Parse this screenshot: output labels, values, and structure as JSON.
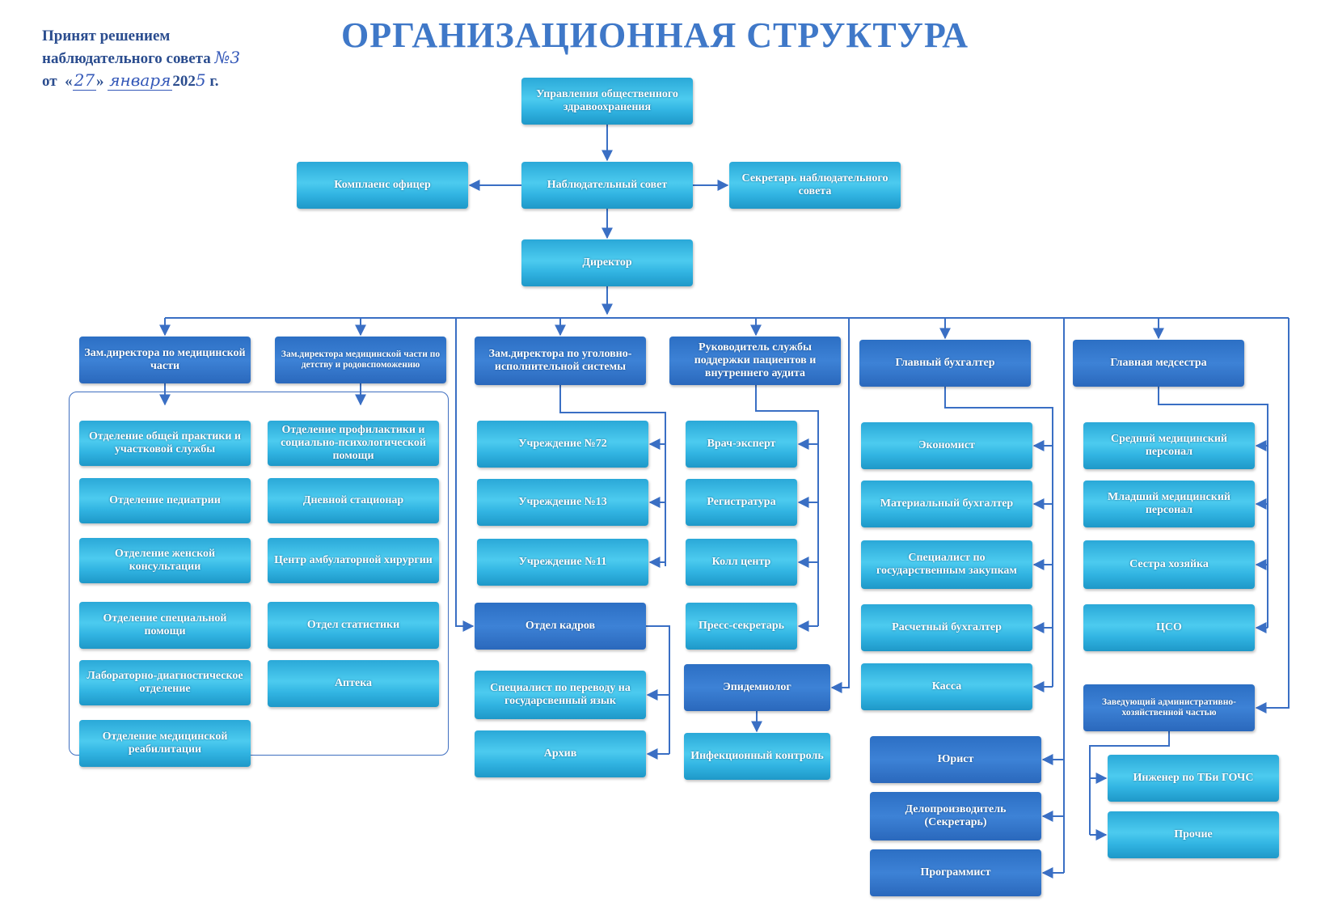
{
  "title": "ОРГАНИЗАЦИОННАЯ СТРУКТУРА",
  "approval": {
    "line1": "Принят решением",
    "line2": "наблюдательного совета",
    "protocol_no": "№3",
    "from": "от",
    "quote_open": "«",
    "day": "27",
    "quote_close": "»",
    "month": "января",
    "year_prefix": "202",
    "year_suffix": "5",
    "year_end": "г."
  },
  "boxes": {
    "health_dept": "Управления общественного здравоохранения",
    "supervisory_board": "Наблюдательный совет",
    "compliance": "Комплаенс офицер",
    "board_secretary": "Секретарь наблюдательного совета",
    "director": "Директор",
    "deputy_medical": "Зам.директора по медицинской части",
    "deputy_childhood": "Зам.директора медицинской части по детству и родовспоможению",
    "deputy_penal": "Зам.директора по уголовно-исполнительной системы",
    "head_patient_support": "Руководитель службы поддержки пациентов и внутреннего аудита",
    "chief_accountant": "Главный бухгалтер",
    "head_nurse": "Главная медсестра",
    "dept_general_practice": "Отделение общей практики и участковой службы",
    "dept_pediatrics": "Отделение педиатрии",
    "dept_womens": "Отделение женской консультации",
    "dept_special": "Отделение специальной помощи",
    "dept_lab": "Лабораторно-диагностическое отделение",
    "dept_rehab": "Отделение медицинской реабилитации",
    "dept_prevention": "Отделение профилактики и социально-психологической помощи",
    "day_hospital": "Дневной стационар",
    "ambulatory_surgery": "Центр амбулаторной хирургии",
    "statistics": "Отдел статистики",
    "pharmacy": "Аптека",
    "inst_72": "Учреждение №72",
    "inst_13": "Учреждение №13",
    "inst_11": "Учреждение №11",
    "hr": "Отдел кадров",
    "translator": "Специалист по переводу на государсвенный язык",
    "archive": "Архив",
    "expert_doctor": "Врач-эксперт",
    "registry": "Регистратура",
    "call_center": "Колл центр",
    "press_secretary": "Пресс-секретарь",
    "epidemiologist": "Эпидемиолог",
    "infection_control": "Инфекционный контроль",
    "economist": "Экономист",
    "material_accountant": "Материальный бухгалтер",
    "procurement": "Специалист по государственным закупкам",
    "settlement_accountant": "Расчетный бухгалтер",
    "cashier": "Касса",
    "lawyer": "Юрист",
    "clerk": "Делопроизводитель (Секретарь)",
    "programmer": "Программист",
    "mid_staff": "Средний медицинский персонал",
    "junior_staff": "Младший медицинский персонал",
    "housekeeper": "Сестра хозяйка",
    "cso": "ЦСО",
    "head_admin": "Заведующий административно-хозяйственной частью",
    "engineer": "Инженер по ТБи ГОЧС",
    "other": "Прочие"
  },
  "colors": {
    "title": "#3f78c8",
    "light_box": "#33b6e4",
    "dark_box": "#3075c8",
    "connector": "#3a6fc4"
  }
}
